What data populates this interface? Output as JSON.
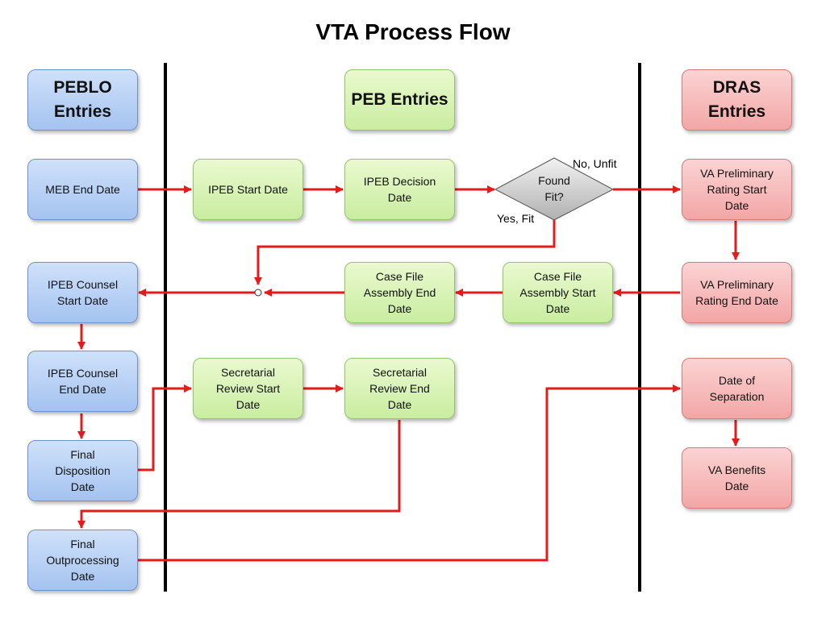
{
  "title": "VTA Process Flow",
  "columns": {
    "peblo": "PEBLO Entries",
    "peb": "PEB Entries",
    "dras": "DRAS Entries"
  },
  "nodes": {
    "meb_end_date": "MEB End Date",
    "ipeb_start_date": "IPEB Start Date",
    "ipeb_decision_date": "IPEB Decision Date",
    "found_fit": "Found Fit?",
    "va_prelim_rating_start": "VA Preliminary Rating Start Date",
    "ipeb_counsel_start": "IPEB Counsel Start Date",
    "case_file_assembly_end": "Case File Assembly End Date",
    "case_file_assembly_start": "Case File Assembly Start Date",
    "va_prelim_rating_end": "VA Preliminary Rating End Date",
    "ipeb_counsel_end": "IPEB Counsel End Date",
    "secretarial_review_start": "Secretarial Review Start Date",
    "secretarial_review_end": "Secretarial Review End Date",
    "date_of_separation": "Date of Separation",
    "final_disposition": "Final Disposition Date",
    "va_benefits_date": "VA Benefits Date",
    "final_outprocessing": "Final Outprocessing Date"
  },
  "edge_labels": {
    "no_unfit": "No, Unfit",
    "yes_fit": "Yes, Fit"
  },
  "colors": {
    "arrow": "#e41b1b",
    "peblo": "#a4c3f0",
    "peb": "#c9eda0",
    "dras": "#f3a6a6",
    "decision": "#c8c8c8"
  }
}
